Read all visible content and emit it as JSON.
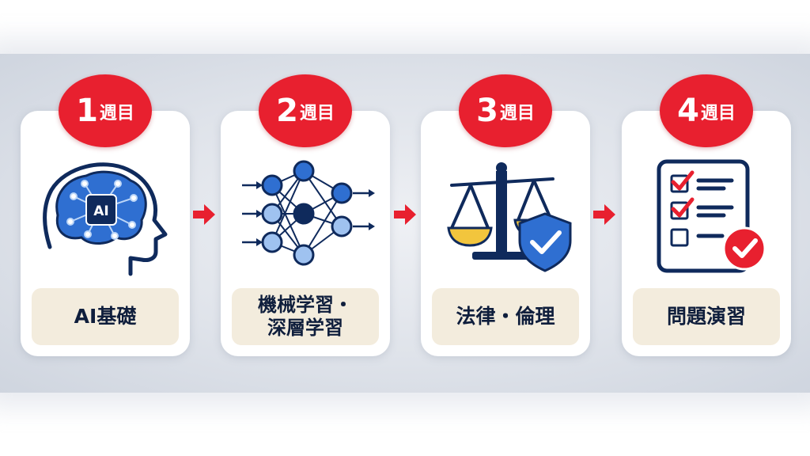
{
  "steps": [
    {
      "number": "1",
      "unit": "週目",
      "label": "AI基礎",
      "icon": "ai-brain-icon",
      "icon_text": "AI"
    },
    {
      "number": "2",
      "unit": "週目",
      "label": "機械学習・\n深層学習",
      "icon": "neural-network-icon"
    },
    {
      "number": "3",
      "unit": "週目",
      "label": "法律・倫理",
      "icon": "scales-shield-icon"
    },
    {
      "number": "4",
      "unit": "週目",
      "label": "問題演習",
      "icon": "checklist-icon"
    }
  ],
  "colors": {
    "badge": "#e8202f",
    "navy": "#0f2a5c",
    "blue": "#2f6fd1",
    "light_blue": "#9fc2f0",
    "gold": "#f2c53d",
    "label_bg": "#f3ecdd"
  }
}
